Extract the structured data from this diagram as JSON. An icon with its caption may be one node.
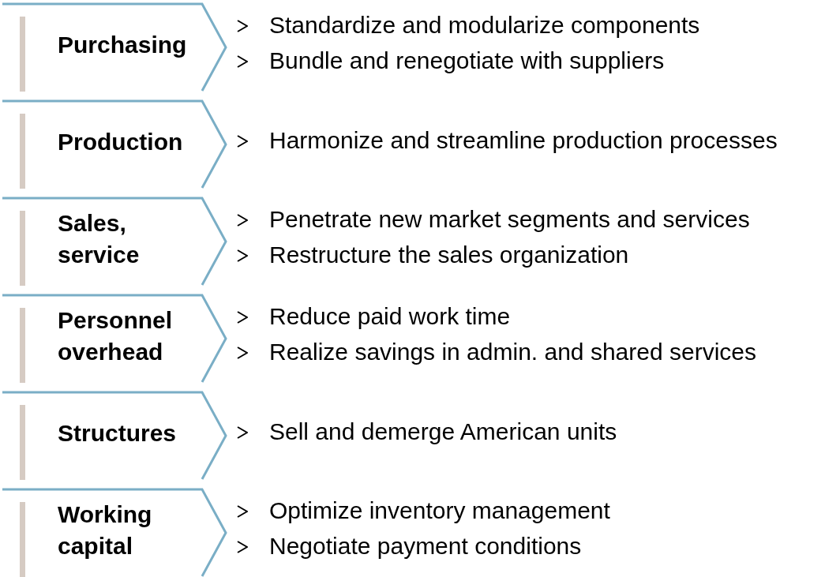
{
  "diagram": {
    "nodes": [
      {
        "text": [
          "Purchasing"
        ],
        "beside": [
          "Standardize and modularize components",
          "Bundle and renegotiate with suppliers"
        ]
      },
      {
        "text": [
          "Production"
        ],
        "beside": [
          "Harmonize and streamline production processes"
        ]
      },
      {
        "text": [
          "Sales, service"
        ],
        "beside": [
          "Penetrate new market segments and services",
          "Restructure the sales organization"
        ]
      },
      {
        "text": [
          "Personnel overhead"
        ],
        "beside": [
          "Reduce paid work time",
          "Realize savings in admin. and shared services"
        ]
      },
      {
        "text": [
          "Structures"
        ],
        "beside": [
          "Sell and demerge American units"
        ]
      },
      {
        "text": [
          "Working capital"
        ],
        "beside": [
          "Optimize inventory management",
          "Negotiate payment conditions"
        ]
      }
    ]
  }
}
